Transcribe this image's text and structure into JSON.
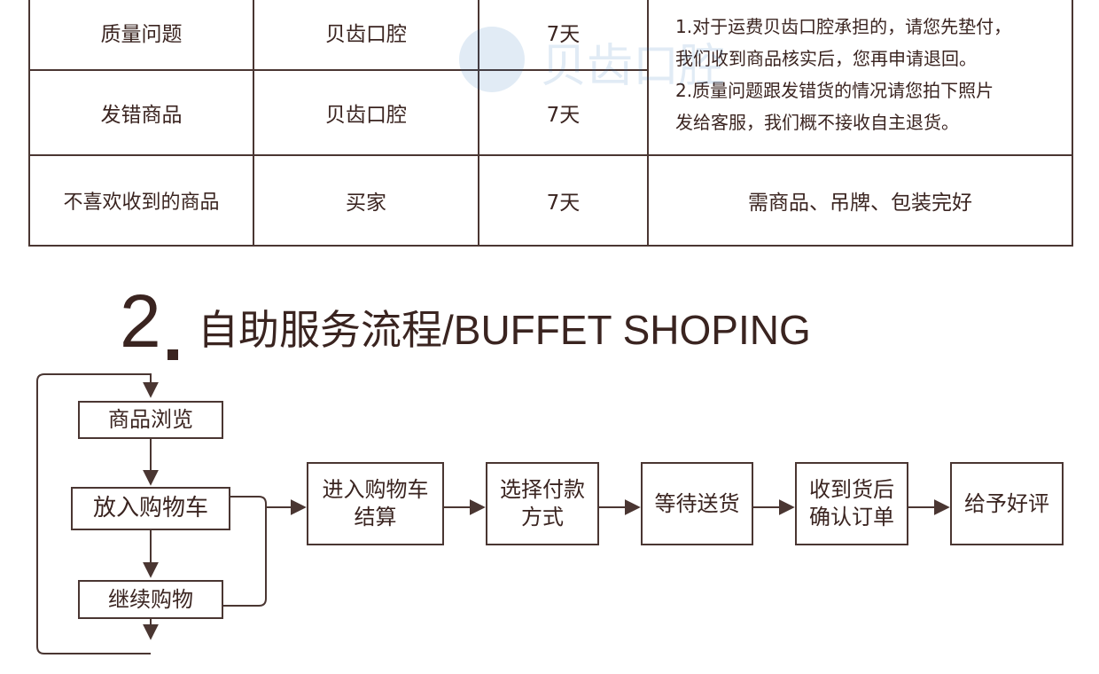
{
  "return_table": {
    "rows": [
      {
        "reason": "质量问题",
        "bearer": "贝齿口腔",
        "days": "7天"
      },
      {
        "reason": "发错商品",
        "bearer": "贝齿口腔",
        "days": "7天"
      },
      {
        "reason": "不喜欢收到的商品",
        "bearer": "买家",
        "days": "7天",
        "note": "需商品、吊牌、包装完好"
      }
    ],
    "merged_note": {
      "line1": "1.对于运费贝齿口腔承担的，请您先垫付，",
      "line2": "我们收到商品核实后，您再申请退回。",
      "line3": "2.质量问题跟发错货的情况请您拍下照片",
      "line4": "发给客服，我们概不接收自主退货。"
    }
  },
  "watermark": {
    "text": "贝齿口腔",
    "color": "#1e6fb4"
  },
  "section": {
    "number": "2",
    "title": "自助服务流程/BUFFET SHOPING"
  },
  "flow": {
    "browse": "商品浏览",
    "add_to_cart": "放入购物车",
    "continue": "继续购物",
    "checkout_line1": "进入购物车",
    "checkout_line2": "结算",
    "pay_line1": "选择付款",
    "pay_line2": "方式",
    "wait": "等待送货",
    "confirm_line1": "收到货后",
    "confirm_line2": "确认订单",
    "review": "给予好评"
  },
  "colors": {
    "ink": "#3a2420",
    "border": "#4a3632"
  }
}
